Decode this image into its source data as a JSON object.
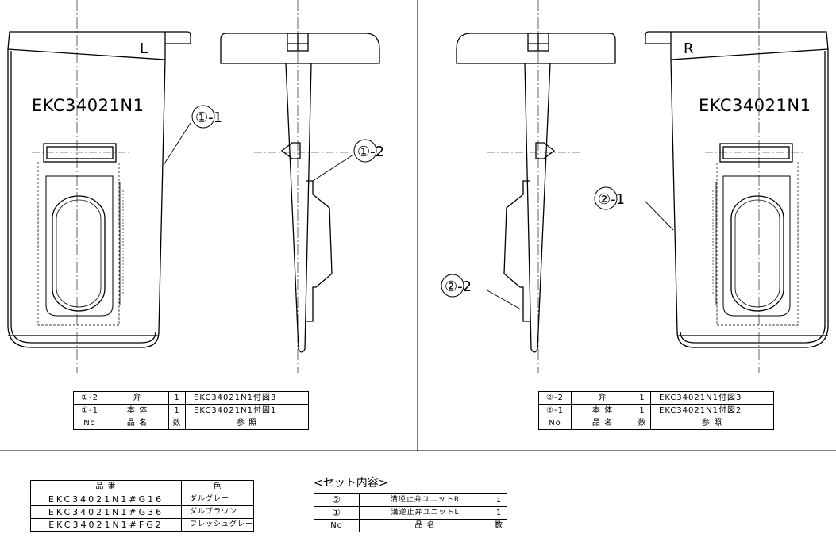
{
  "left_view": {
    "side_mark": "L",
    "body_model": "EKC34021N1",
    "callout_body": "①-1",
    "callout_valve": "①-2"
  },
  "right_view": {
    "side_mark": "R",
    "body_model": "EKC34021N1",
    "callout_body": "②-1",
    "callout_valve": "②-2"
  },
  "left_parts_table": {
    "rows": [
      {
        "no": "①-2",
        "name": "弁",
        "qty": "1",
        "ref": "EKC34021N1付図3"
      },
      {
        "no": "①-1",
        "name": "本 体",
        "qty": "1",
        "ref": "EKC34021N1付図1"
      }
    ],
    "header": {
      "no": "No",
      "name": "品 名",
      "qty": "数",
      "ref": "参 照"
    }
  },
  "right_parts_table": {
    "rows": [
      {
        "no": "②-2",
        "name": "弁",
        "qty": "1",
        "ref": "EKC34021N1付図3"
      },
      {
        "no": "②-1",
        "name": "本 体",
        "qty": "1",
        "ref": "EKC34021N1付図2"
      }
    ],
    "header": {
      "no": "No",
      "name": "品 名",
      "qty": "数",
      "ref": "参 照"
    }
  },
  "product_table": {
    "header": {
      "code": "品 番",
      "color": "色"
    },
    "rows": [
      {
        "code": "EKC34021N1#G16",
        "color": "ダルグレー"
      },
      {
        "code": "EKC34021N1#G36",
        "color": "ダルブラウン"
      },
      {
        "code": "EKC34021N1#FG2",
        "color": "フレッシュグレー"
      }
    ]
  },
  "set_contents": {
    "title": "<セット内容>",
    "rows": [
      {
        "no": "②",
        "name": "溝逆止弁ユニットR",
        "qty": "1"
      },
      {
        "no": "①",
        "name": "溝逆止弁ユニットL",
        "qty": "1"
      }
    ],
    "header": {
      "no": "No",
      "name": "品 名",
      "qty": "数"
    }
  }
}
